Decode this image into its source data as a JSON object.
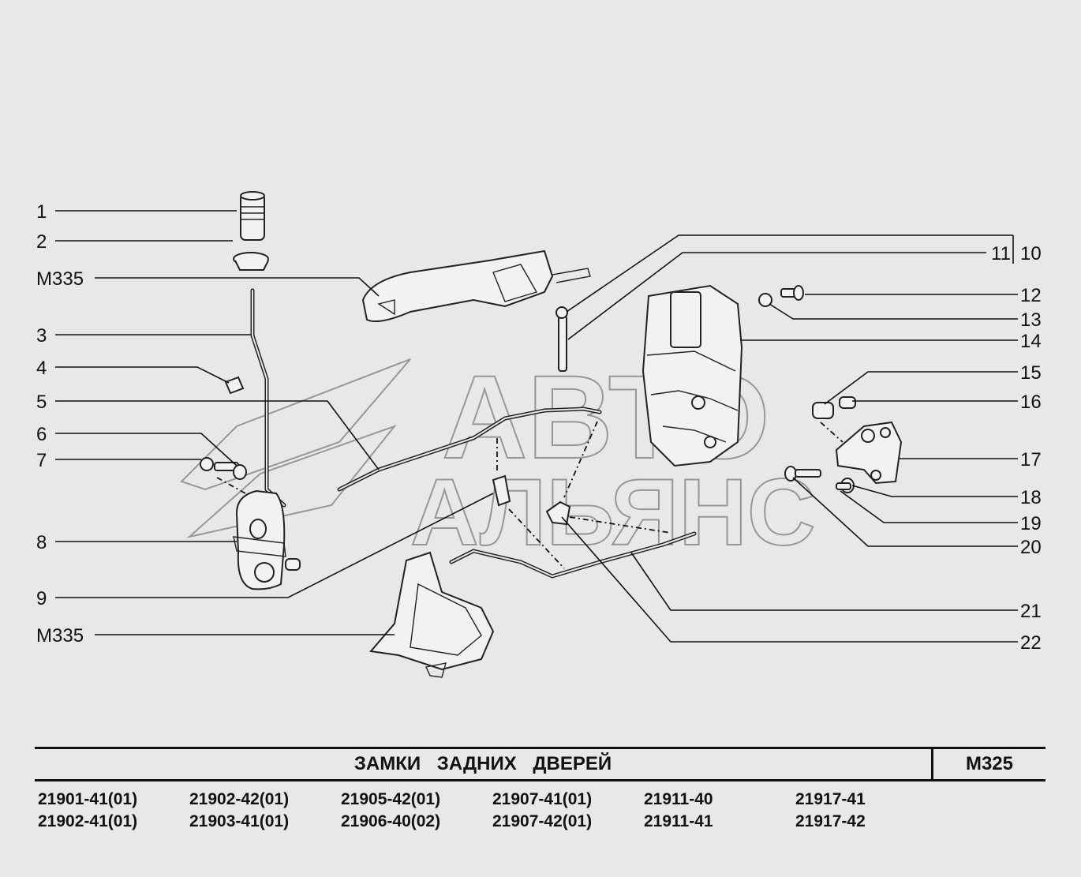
{
  "title": "ЗАМКИ    ЗАДНИХ    ДВЕРЕЙ",
  "code": "М325",
  "watermark": {
    "line1": "АВТО",
    "line2": "АЛЬЯНС"
  },
  "callouts_left": [
    {
      "label": "1"
    },
    {
      "label": "2"
    },
    {
      "label": "М335"
    },
    {
      "label": "3"
    },
    {
      "label": "4"
    },
    {
      "label": "5"
    },
    {
      "label": "6"
    },
    {
      "label": "7"
    },
    {
      "label": "8"
    },
    {
      "label": "9"
    },
    {
      "label": "М335"
    }
  ],
  "callouts_right": [
    {
      "label": "11"
    },
    {
      "label": "10"
    },
    {
      "label": "12"
    },
    {
      "label": "13"
    },
    {
      "label": "14"
    },
    {
      "label": "15"
    },
    {
      "label": "16"
    },
    {
      "label": "17"
    },
    {
      "label": "18"
    },
    {
      "label": "19"
    },
    {
      "label": "20"
    },
    {
      "label": "21"
    },
    {
      "label": "22"
    }
  ],
  "models": [
    "21901-41(01)",
    "21902-41(01)",
    "21902-42(01)",
    "21903-41(01)",
    "21905-42(01)",
    "21906-40(02)",
    "21907-41(01)",
    "21907-42(01)",
    "21911-40",
    "21911-41",
    "21917-41",
    "21917-42"
  ]
}
